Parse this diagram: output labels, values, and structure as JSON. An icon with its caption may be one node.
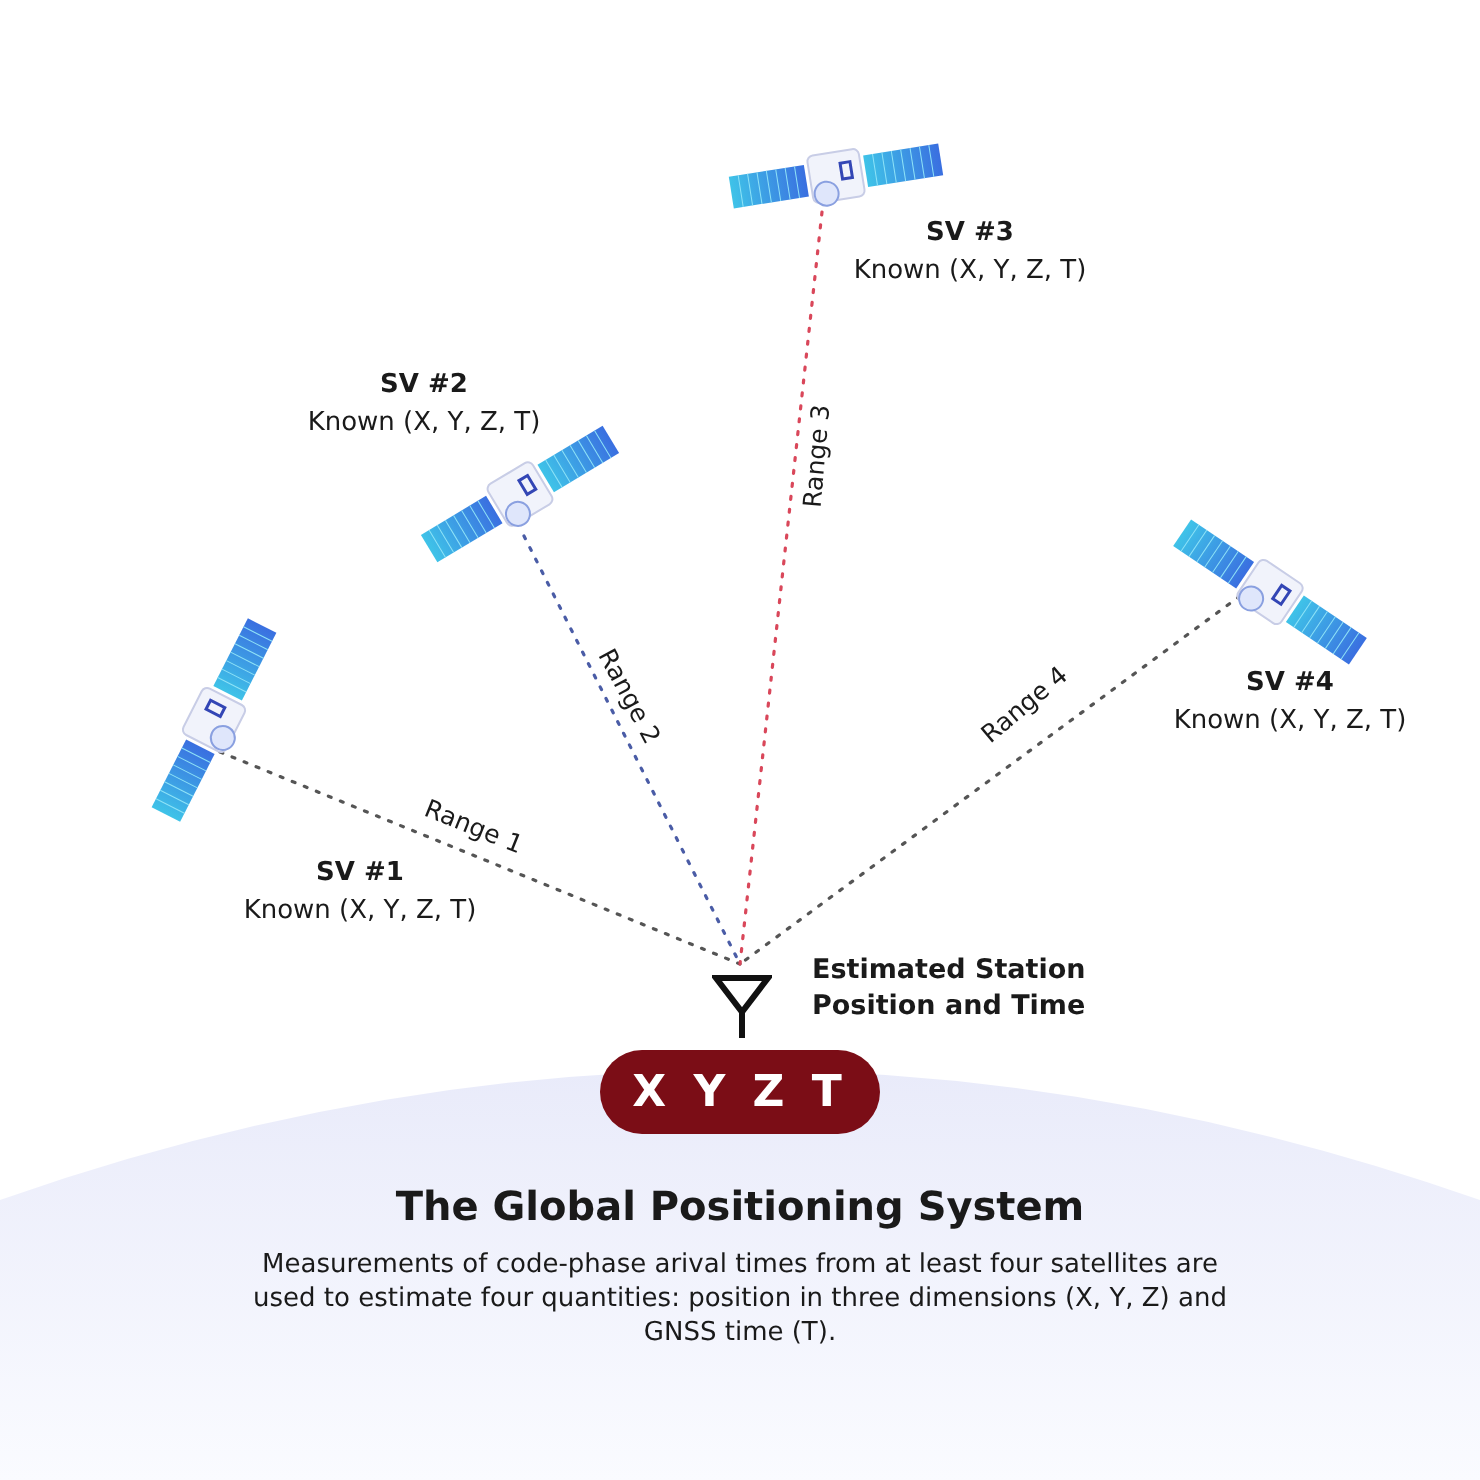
{
  "diagram": {
    "title": "The Global Positioning System",
    "caption": "Measurements of code-phase arival times from at least four satellites are used to estimate four quantities: position in three dimensions (X, Y, Z) and GNSS time (T).",
    "nodes": [
      {
        "text": [],
        "shape": "picture",
        "beside": [
          "SV #1",
          "Known (X, Y, Z, T)"
        ]
      },
      {
        "text": [],
        "shape": "picture",
        "beside": [
          "SV #2",
          "Known (X, Y, Z, T)"
        ]
      },
      {
        "text": [],
        "shape": "picture",
        "beside": [
          "SV #3",
          "Known (X, Y, Z, T)"
        ]
      },
      {
        "text": [],
        "shape": "picture",
        "beside": [
          "SV #4",
          "Known (X, Y, Z, T)"
        ]
      },
      {
        "text": [],
        "shape": "picture",
        "beside": [
          "Estimated Station Position and Time"
        ]
      },
      {
        "text": [
          "X Y Z T"
        ]
      }
    ],
    "edges": [
      {
        "from": 0,
        "to": 4,
        "arrow": "none",
        "label": "Range 1",
        "style": "dashed"
      },
      {
        "from": 1,
        "to": 4,
        "arrow": "none",
        "label": "Range 2",
        "style": "dashed",
        "color": "#4a5ca6"
      },
      {
        "from": 2,
        "to": 4,
        "arrow": "none",
        "label": "Range 3",
        "style": "dashed",
        "color": "#d9475a"
      },
      {
        "from": 3,
        "to": 4,
        "arrow": "none",
        "label": "Range 4",
        "style": "dashed"
      }
    ]
  }
}
